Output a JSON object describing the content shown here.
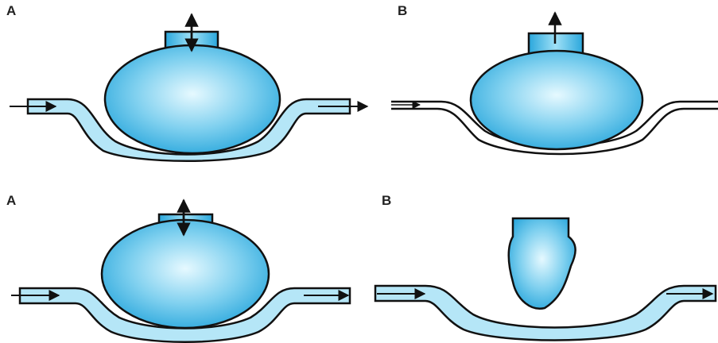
{
  "panels": [
    {
      "id": "top-left",
      "label": "A",
      "arrow": "both",
      "vessel": "open"
    },
    {
      "id": "top-right",
      "label": "B",
      "arrow": "up",
      "vessel": "collapsed"
    },
    {
      "id": "bottom-left",
      "label": "A",
      "arrow": "both",
      "vessel": "open"
    },
    {
      "id": "bottom-right",
      "label": "B",
      "arrow": "none",
      "vessel": "open-detached-bulb"
    }
  ],
  "colors": {
    "bulb_center": "#e6f9ff",
    "bulb_edge": "#2aa7dc",
    "fluid": "#b5e6f7",
    "fluid_light": "#d8f3fc",
    "outline": "#111111"
  },
  "icons": [
    "arrow-right-icon",
    "arrow-up-icon",
    "arrow-double-vertical-icon"
  ]
}
